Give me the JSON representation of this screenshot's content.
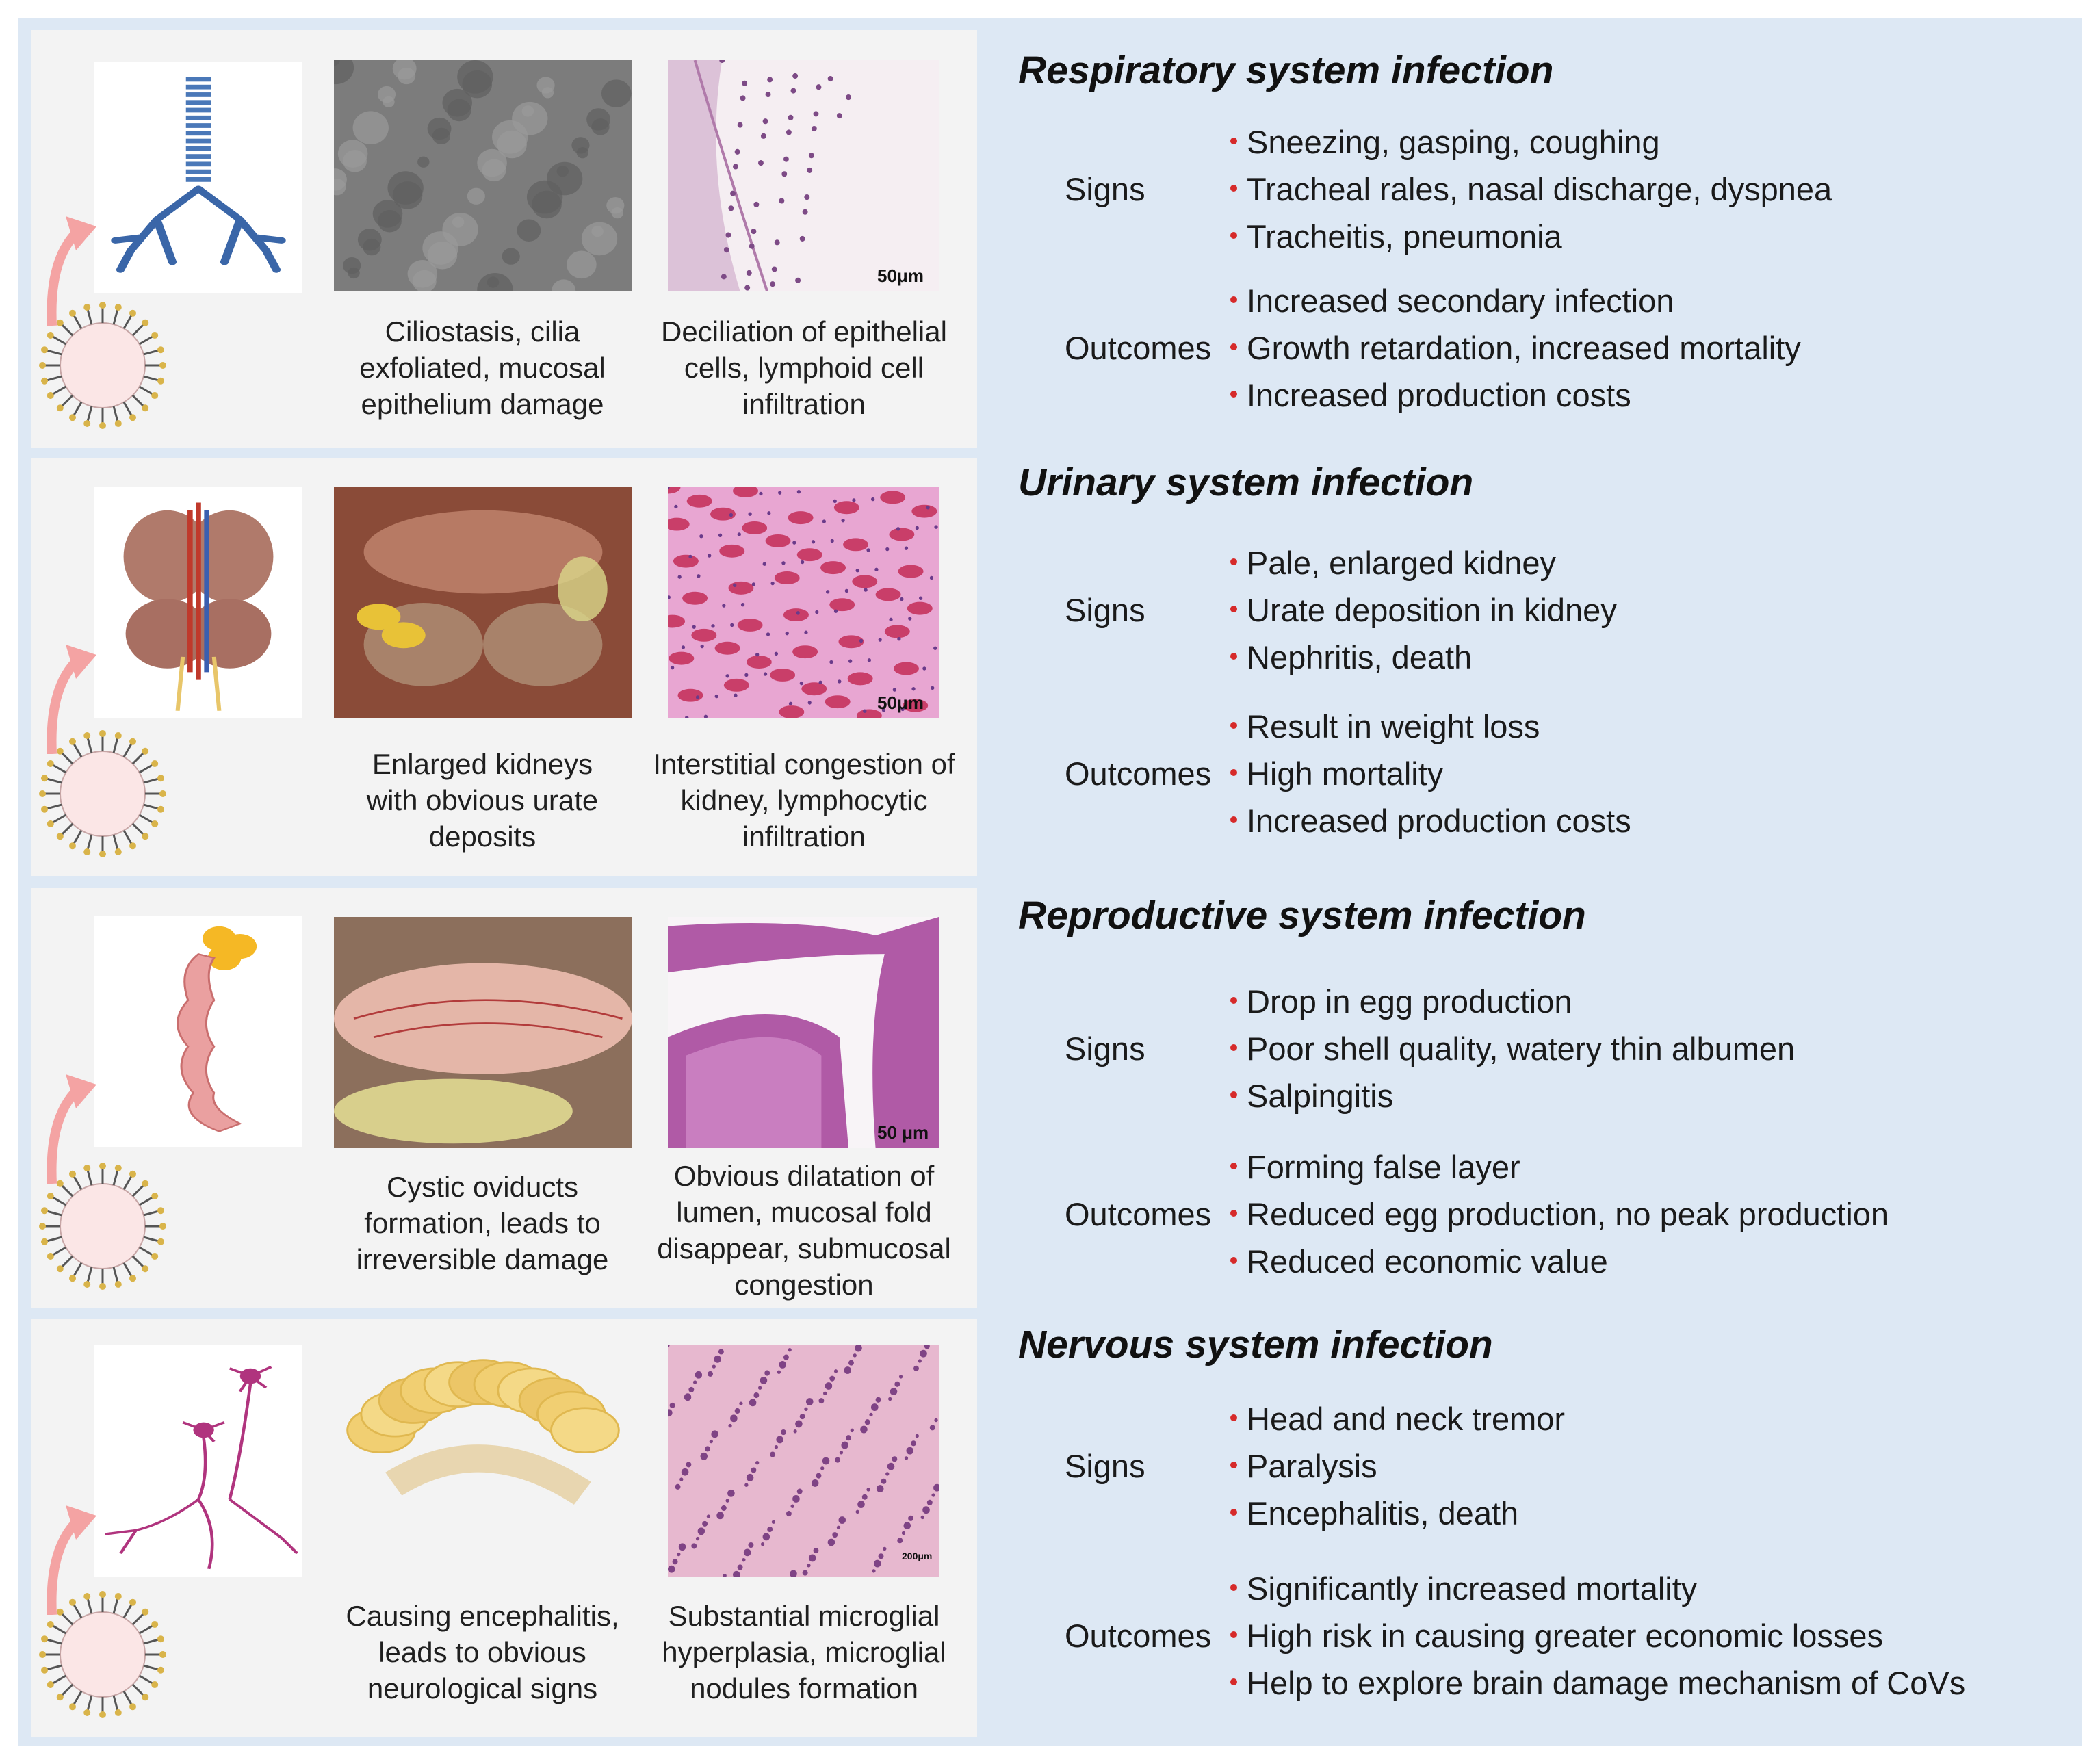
{
  "sections": [
    {
      "title": "Respiratory system infection",
      "signs_label": "Signs",
      "outcomes_label": "Outcomes",
      "signs": [
        "Sneezing, gasping, coughing",
        "Tracheal rales, nasal discharge, dyspnea",
        "Tracheitis, pneumonia"
      ],
      "outcomes": [
        "Increased secondary infection",
        "Growth retardation, increased mortality",
        "Increased production costs"
      ],
      "caption1": [
        "Ciliostasis, cilia",
        "exfoliated, mucosal",
        "epithelium damage"
      ],
      "caption2": [
        "Deciliation of epithelial",
        "cells, lymphoid cell",
        "infiltration"
      ],
      "scale": "50μm",
      "organ_icon": "trachea-lungs-icon"
    },
    {
      "title": "Urinary system infection",
      "signs_label": "Signs",
      "outcomes_label": "Outcomes",
      "signs": [
        "Pale, enlarged kidney",
        "Urate deposition in kidney",
        "Nephritis, death"
      ],
      "outcomes": [
        "Result in weight loss",
        "High mortality",
        "Increased production costs"
      ],
      "caption1": [
        "Enlarged kidneys",
        "with obvious urate",
        "deposits"
      ],
      "caption2": [
        "Interstitial congestion of",
        "kidney, lymphocytic",
        "infiltration"
      ],
      "scale": "50μm",
      "organ_icon": "kidney-icon"
    },
    {
      "title": "Reproductive system infection",
      "signs_label": "Signs",
      "outcomes_label": "Outcomes",
      "signs": [
        "Drop in egg production",
        "Poor shell quality, watery thin albumen",
        "Salpingitis"
      ],
      "outcomes": [
        "Forming false layer",
        "Reduced egg production, no peak production",
        "Reduced economic value"
      ],
      "caption1": [
        "Cystic oviducts",
        "formation, leads to",
        "irreversible damage"
      ],
      "caption2": [
        "Obvious dilatation of",
        "lumen, mucosal fold",
        "disappear, submucosal",
        "congestion"
      ],
      "scale": "50 μm",
      "organ_icon": "oviduct-icon"
    },
    {
      "title": "Nervous system infection",
      "signs_label": "Signs",
      "outcomes_label": "Outcomes",
      "signs": [
        "Head and neck tremor",
        "Paralysis",
        "Encephalitis, death"
      ],
      "outcomes": [
        "Significantly increased mortality",
        "High risk in causing greater economic losses",
        "Help to explore brain damage mechanism of CoVs"
      ],
      "caption1": [
        "Causing encephalitis,",
        "leads to obvious",
        "neurological signs"
      ],
      "caption2": [
        "Substantial microglial",
        "hyperplasia, microglial",
        "nodules formation"
      ],
      "scale": "200μm",
      "organ_icon": "neuron-icon"
    }
  ],
  "colors": {
    "background": "#dde8f4",
    "panel": "#f3f3f3",
    "bullet": "#d62a2a",
    "arrow": "#f4a3a3"
  }
}
